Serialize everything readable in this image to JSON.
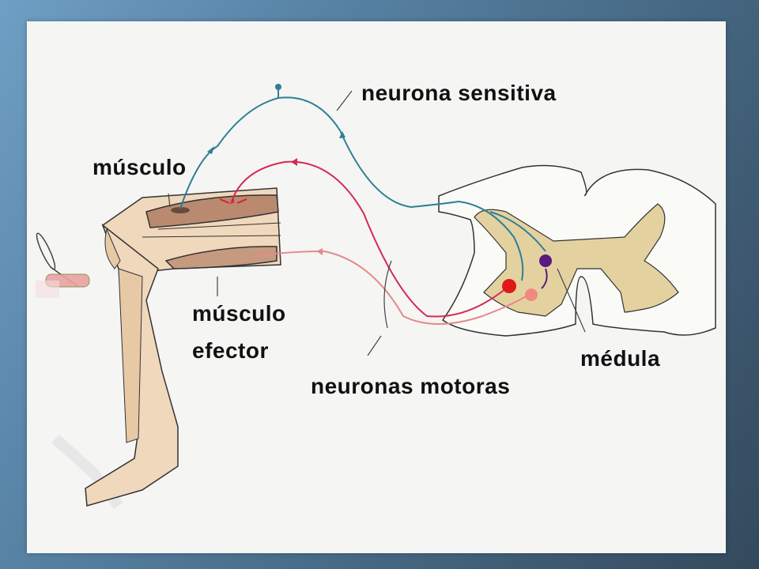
{
  "labels": {
    "muscle": "músculo",
    "sensory_neuron": "neurona sensitiva",
    "effector_muscle_line1": "músculo",
    "effector_muscle_line2": "efector",
    "motor_neurons": "neuronas motoras",
    "spinal_cord": "médula"
  },
  "colors": {
    "background_top": "#6f9fc4",
    "background_bottom": "#34495d",
    "panel": "#f5f5f4",
    "sensory_neuron": "#2e7f96",
    "motor_neuron_red": "#d42a52",
    "motor_neuron_pink": "#e48a8a",
    "grey_matter": "#e3d2a0",
    "muscle": "#b98a70",
    "skin": "#f0d8bd",
    "interneuron": "#5a1a80"
  }
}
